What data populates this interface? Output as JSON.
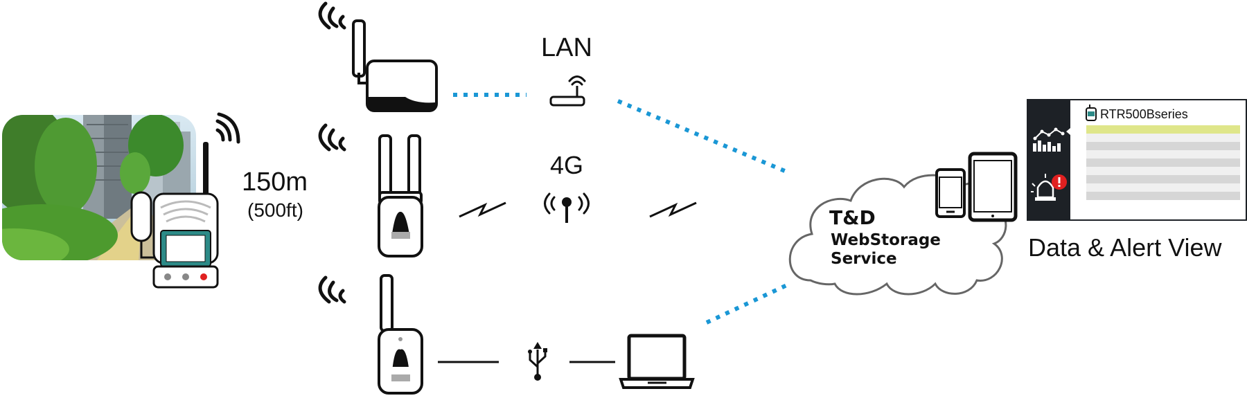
{
  "range": {
    "distance": "150m",
    "distance_alt": "(500ft)"
  },
  "connections": {
    "lan": "LAN",
    "mobile": "4G"
  },
  "cloud": {
    "line1": "T&D",
    "line2": "WebStorage",
    "line3": "Service"
  },
  "view": {
    "series_name": "RTR500Bseries",
    "caption": "Data & Alert View"
  },
  "colors": {
    "dotted_link": "#1a97d5",
    "highlight_row": "#dfe68a",
    "panel_dark": "#1d2126",
    "alert": "#e02020",
    "logger_screen": "#2c8a87"
  },
  "icons": [
    "wireless-waves-icon",
    "router-icon",
    "cell-tower-icon",
    "usb-icon",
    "laptop-icon",
    "smartphone-icon",
    "tablet-icon",
    "chart-icon",
    "alarm-icon",
    "logger-icon"
  ]
}
